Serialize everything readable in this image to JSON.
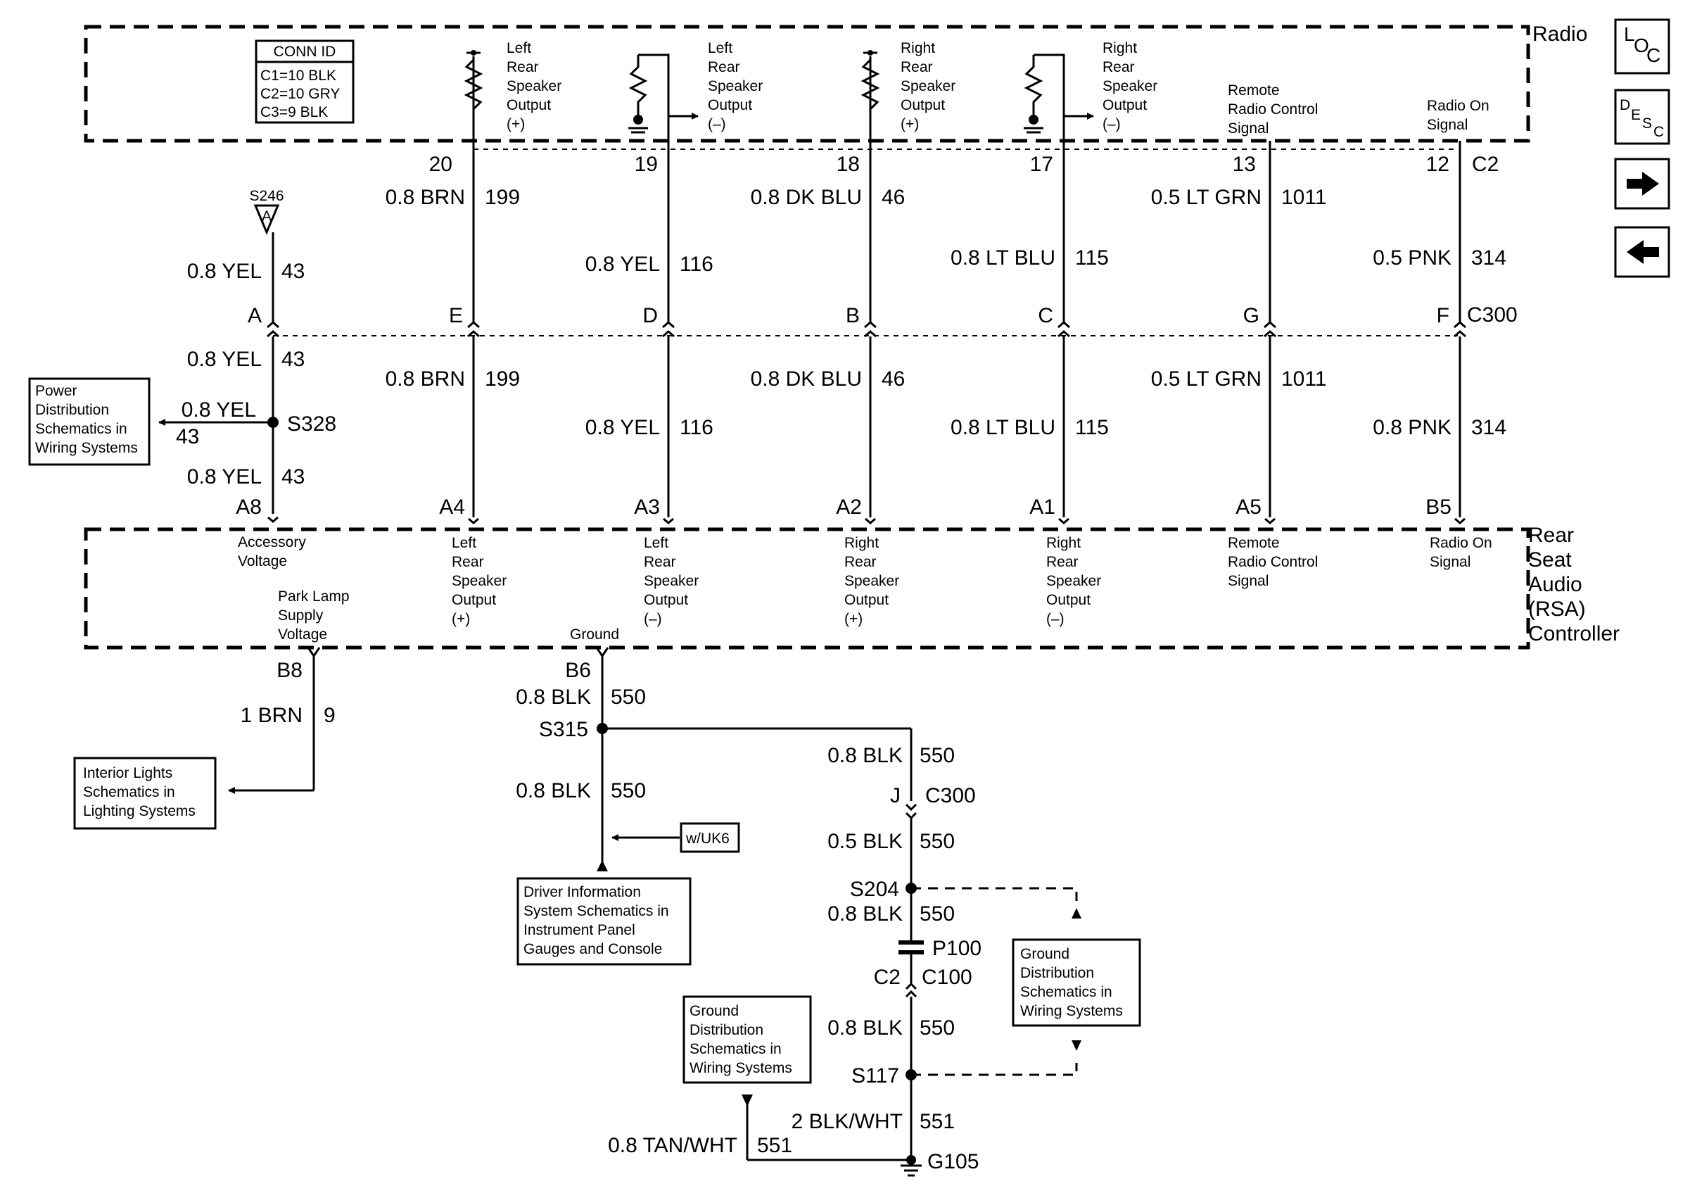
{
  "radio": {
    "title": "Radio",
    "connector": "C2"
  },
  "conn_id": {
    "heading": "CONN ID",
    "lines": [
      "C1=10 BLK",
      "C2=10 GRY",
      "C3=9 BLK"
    ]
  },
  "radio_outputs": [
    {
      "label": [
        "Left",
        "Rear",
        "Speaker",
        "Output",
        "(+)"
      ],
      "pin": "20",
      "upper_wire": "0.8 BRN",
      "upper_circuit": "199",
      "c300_pin": "E",
      "lower_wire": "0.8 BRN",
      "lower_circuit": "199",
      "rsa_pin": "A4",
      "rsa_label": [
        "Left",
        "Rear",
        "Speaker",
        "Output",
        "(+)"
      ]
    },
    {
      "label": [
        "Left",
        "Rear",
        "Speaker",
        "Output",
        "(–)"
      ],
      "pin": "19",
      "upper_wire": "0.8 YEL",
      "upper_circuit": "116",
      "c300_pin": "D",
      "lower_wire": "0.8 YEL",
      "lower_circuit": "116",
      "rsa_pin": "A3",
      "rsa_label": [
        "Left",
        "Rear",
        "Speaker",
        "Output",
        "(–)"
      ]
    },
    {
      "label": [
        "Right",
        "Rear",
        "Speaker",
        "Output",
        "(+)"
      ],
      "pin": "18",
      "upper_wire": "0.8 DK BLU",
      "upper_circuit": "46",
      "c300_pin": "B",
      "lower_wire": "0.8 DK BLU",
      "lower_circuit": "46",
      "rsa_pin": "A2",
      "rsa_label": [
        "Right",
        "Rear",
        "Speaker",
        "Output",
        "(+)"
      ]
    },
    {
      "label": [
        "Right",
        "Rear",
        "Speaker",
        "Output",
        "(–)"
      ],
      "pin": "17",
      "upper_wire": "0.8 LT BLU",
      "upper_circuit": "115",
      "c300_pin": "C",
      "lower_wire": "0.8 LT BLU",
      "lower_circuit": "115",
      "rsa_pin": "A1",
      "rsa_label": [
        "Right",
        "Rear",
        "Speaker",
        "Output",
        "(–)"
      ]
    },
    {
      "label": [
        "Remote",
        "Radio Control",
        "Signal"
      ],
      "pin": "13",
      "upper_wire": "0.5 LT GRN",
      "upper_circuit": "1011",
      "c300_pin": "G",
      "lower_wire": "0.5 LT GRN",
      "lower_circuit": "1011",
      "rsa_pin": "A5",
      "rsa_label": [
        "Remote",
        "Radio Control",
        "Signal"
      ]
    },
    {
      "label": [
        "Radio On",
        "Signal"
      ],
      "pin": "12",
      "upper_wire": "0.5 PNK",
      "upper_circuit": "314",
      "c300_pin": "F",
      "lower_wire": "0.8 PNK",
      "lower_circuit": "314",
      "rsa_pin": "B5",
      "rsa_label": [
        "Radio On",
        "Signal"
      ]
    }
  ],
  "accessory": {
    "splice_top": "S246",
    "splice_letter": "A",
    "upper_wire": "0.8 YEL",
    "upper_circuit": "43",
    "c300_pin": "A",
    "mid_wire": "0.8 YEL",
    "mid_circuit": "43",
    "splice": "S328",
    "branch_wire": "0.8 YEL",
    "branch_circuit": "43",
    "lower_wire": "0.8 YEL",
    "lower_circuit": "43",
    "rsa_pin": "A8",
    "rsa_label": [
      "Accessory",
      "Voltage"
    ],
    "ref_box": [
      "Power",
      "Distribution",
      "Schematics in",
      "Wiring Systems"
    ]
  },
  "c300": {
    "name": "C300"
  },
  "rsa": {
    "title": [
      "Rear",
      "Seat",
      "Audio",
      "(RSA)",
      "Controller"
    ]
  },
  "park_lamp": {
    "label": [
      "Park Lamp",
      "Supply",
      "Voltage"
    ],
    "pin": "B8",
    "wire": "1 BRN",
    "circuit": "9",
    "ref_box": [
      "Interior Lights",
      "Schematics in",
      "Lighting Systems"
    ]
  },
  "ground": {
    "label": "Ground",
    "pin": "B6",
    "wire1": "0.8 BLK",
    "circuit1": "550",
    "splice1": "S315",
    "wire2": "0.8 BLK",
    "circuit2": "550",
    "option": "w/UK6",
    "dis_box": [
      "Driver Information",
      "System Schematics in",
      "Instrument Panel",
      "Gauges and Console"
    ],
    "wire3": "0.8 BLK",
    "circuit3": "550",
    "c300_pin": "J",
    "c300": "C300",
    "wire4": "0.5 BLK",
    "circuit4": "550",
    "splice2": "S204",
    "wire5": "0.8 BLK",
    "circuit5": "550",
    "p100": "P100",
    "c2": "C2",
    "c100": "C100",
    "wire6": "0.8 BLK",
    "circuit6": "550",
    "splice3": "S117",
    "ref_box_right": [
      "Ground",
      "Distribution",
      "Schematics in",
      "Wiring Systems"
    ],
    "ref_box_left": [
      "Ground",
      "Distribution",
      "Schematics in",
      "Wiring Systems"
    ],
    "wire7": "2 BLK/WHT",
    "circuit7": "551",
    "wire8": "0.8 TAN/WHT",
    "circuit8": "551",
    "ground_point": "G105"
  },
  "nav": {
    "loc": {
      "l": "L",
      "o": "O",
      "c": "C"
    },
    "desc": {
      "d": "D",
      "e": "E",
      "s": "S",
      "c": "C"
    },
    "next_icon": "arrow-right-icon",
    "prev_icon": "arrow-left-icon"
  }
}
